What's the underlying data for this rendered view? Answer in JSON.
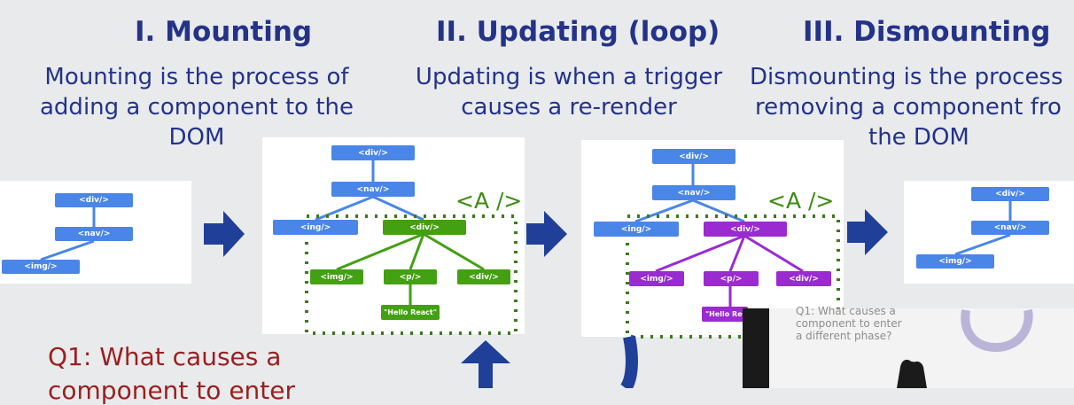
{
  "phases": [
    {
      "title": "I. Mounting",
      "desc_lines": [
        "Mounting is the process of",
        "adding a component to the",
        "DOM"
      ]
    },
    {
      "title": "II. Updating (loop)",
      "desc_lines": [
        "Updating is when a trigger",
        "causes a re-render"
      ]
    },
    {
      "title": "III. Dismounting",
      "desc_lines": [
        "Dismounting is the process",
        "removing a component fro",
        "the DOM"
      ]
    }
  ],
  "nodes": {
    "div": "<div/>",
    "nav": "<nav/>",
    "img": "<img/>",
    "img_clipped": "<ing/>",
    "img_clipped2": "<img/>",
    "p": "<p/>",
    "hello": "\"Hello React\"",
    "hello_clipped": "\"Hello Re"
  },
  "component_label": "<A />",
  "question": {
    "line1": "Q1: What causes a",
    "line2": "component to enter"
  },
  "screen_lines": [
    "Q1: What causes a",
    "component to enter",
    "a different phase?"
  ],
  "colors": {
    "title": "#23338a",
    "arrow": "#1f3f99",
    "tree_blue": "#4a86e8",
    "tree_green": "#43a012",
    "tree_purple": "#9a2bd0",
    "question": "#9a1f1f"
  }
}
